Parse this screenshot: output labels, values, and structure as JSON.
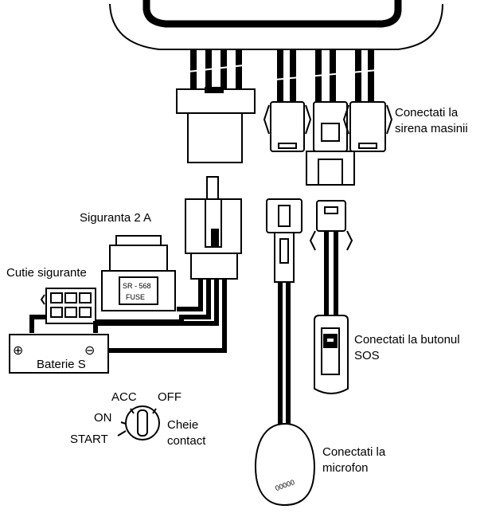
{
  "labels": {
    "siren_line1": "Conectati la",
    "siren_line2": "sirena masinii",
    "fuse_title": "Siguranta 2 A",
    "fuse_box": "Cutie sigurante",
    "fuse_mark_top": "SR - 568",
    "fuse_mark_bottom": "FUSE",
    "battery_plus": "⊕",
    "battery_minus": "⊖",
    "battery": "Baterie S",
    "acc": "ACC",
    "off": "OFF",
    "on": "ON",
    "start": "START",
    "key_line1": "Cheie",
    "key_line2": "contact",
    "sos_line1": "Conectati la butonul",
    "sos_line2": "SOS",
    "mic_line1": "Conectati la",
    "mic_line2": "microfon",
    "mic_mark": "00000"
  }
}
